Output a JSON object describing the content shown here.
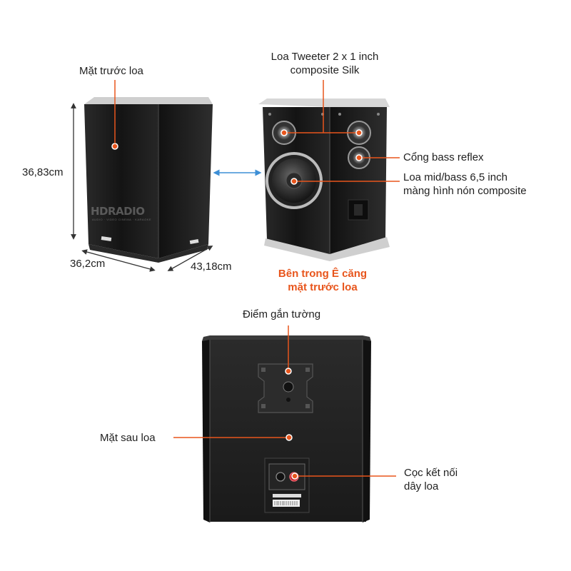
{
  "labels": {
    "front": "Mặt trước loa",
    "tweeter_line1": "Loa Tweeter 2 x 1 inch",
    "tweeter_line2": "composite Silk",
    "bass_reflex": "Cổng bass reflex",
    "midbass_line1": "Loa mid/bass 6,5 inch",
    "midbass_line2": "màng hình nón composite",
    "inside_line1": "Bên trong Ê căng",
    "inside_line2": "mặt trước loa",
    "wall_mount": "Điểm gắn tường",
    "rear": "Mặt sau loa",
    "terminal_line1": "Cọc kết nối",
    "terminal_line2": "dây loa"
  },
  "dimensions": {
    "height": "36,83cm",
    "width": "36,2cm",
    "depth": "43,18cm"
  },
  "watermark": {
    "brand": "HDRADIO",
    "tagline": "AUDIO · VIDEO CINEMA · KARAOKE"
  },
  "colors": {
    "accent": "#e8551c",
    "dimension_arrow": "#3d8fd6",
    "cabinet": "#1b1b1b"
  }
}
